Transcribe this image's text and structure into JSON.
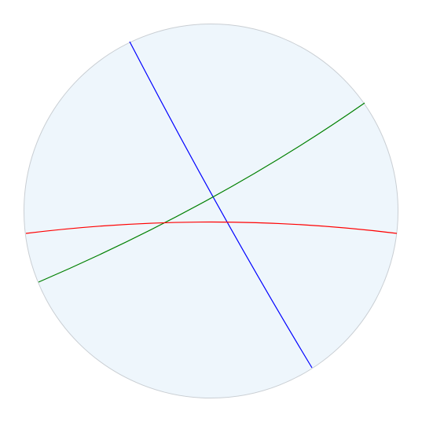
{
  "diagram": {
    "kind": "hyperbolic-disk",
    "colors": {
      "disk_fill": "#eef6fc",
      "disk_stroke": "#c9ced3",
      "background": "#ffffff"
    },
    "geodesics": [
      {
        "name": "blue-geodesic",
        "color": "#0000ff"
      },
      {
        "name": "green-geodesic",
        "color": "#008000"
      },
      {
        "name": "red-geodesic",
        "color": "#ff0000"
      }
    ]
  }
}
